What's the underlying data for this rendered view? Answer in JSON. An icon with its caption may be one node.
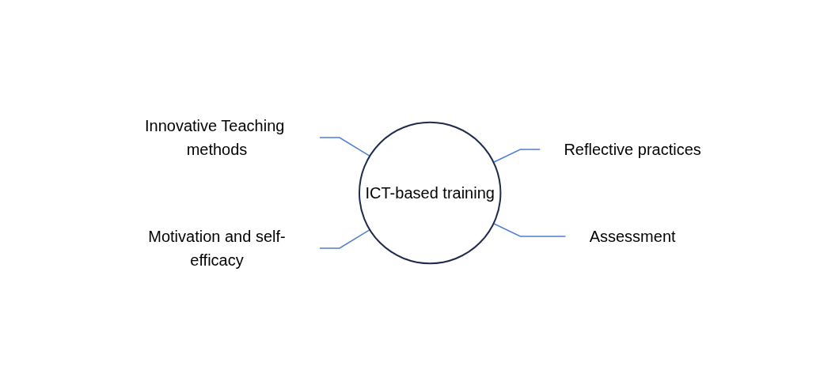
{
  "diagram": {
    "nodes": [
      {
        "text": [
          "Innovative Teaching methods"
        ]
      },
      {
        "text": [
          "Motivation and self-efficacy"
        ]
      },
      {
        "text": [
          "ICT-based training"
        ]
      },
      {
        "text": [
          "Reflective practices"
        ]
      },
      {
        "text": [
          "Assessment"
        ]
      }
    ],
    "edges": [
      {
        "from": 0,
        "to": 2,
        "arrow": "none"
      },
      {
        "from": 1,
        "to": 2,
        "arrow": "none"
      },
      {
        "from": 2,
        "to": 3,
        "arrow": "none"
      },
      {
        "from": 2,
        "to": 4,
        "arrow": "none"
      }
    ]
  }
}
